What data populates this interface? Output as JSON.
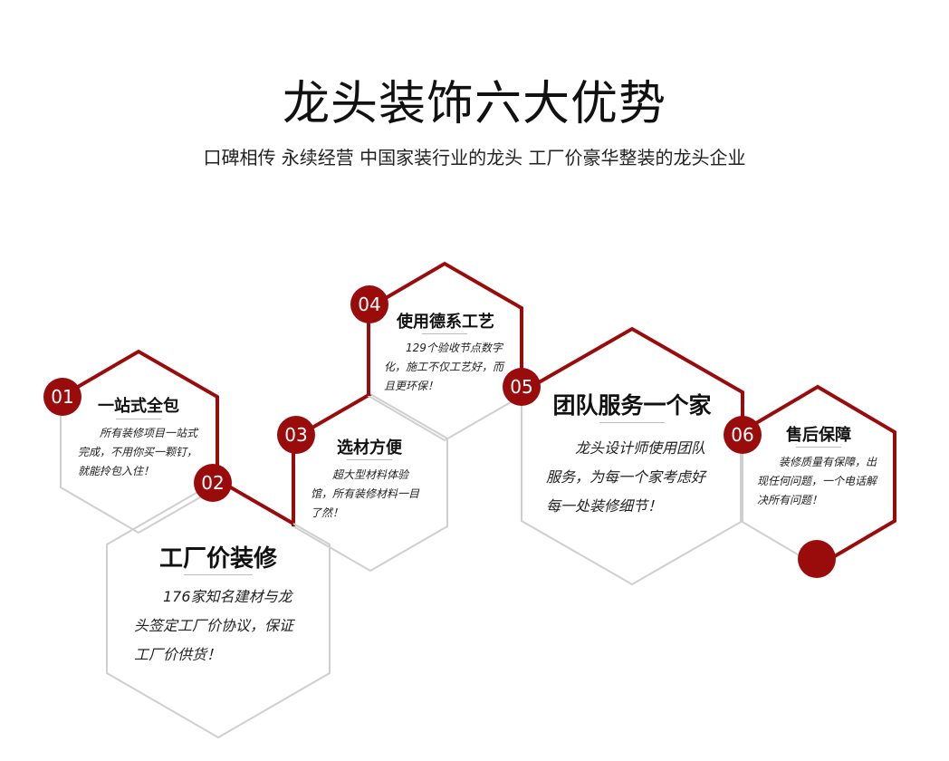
{
  "heading": {
    "title": "龙头装饰六大优势",
    "subtitle": "口碑相传 永续经营 中国家装行业的龙头 工厂价豪华整装的龙头企业"
  },
  "accent_color": "#9a0c0c",
  "outline_color": "#cfcfcf",
  "items": [
    {
      "number": "01",
      "title": "一站式全包",
      "desc": "　　所有装修项目一站式完成，不用你买一颗钉，就能拎包入住！"
    },
    {
      "number": "02",
      "title": "工厂价装修",
      "desc": "　　176家知名建材与龙头签定工厂价协议，保证工厂价供货！"
    },
    {
      "number": "03",
      "title": "选材方便",
      "desc": "　　超大型材料体验馆，所有装修材料一目了然！"
    },
    {
      "number": "04",
      "title": "使用德系工艺",
      "desc": "　　129个验收节点数字化，施工不仅工艺好，而且更环保！"
    },
    {
      "number": "05",
      "title": "团队服务一个家",
      "desc": "　　龙头设计师使用团队服务，为每一个家考虑好每一处装修细节！"
    },
    {
      "number": "06",
      "title": "售后保障",
      "desc": "　　装修质量有保障，出现任何问题，一个电话解决所有问题！"
    }
  ]
}
